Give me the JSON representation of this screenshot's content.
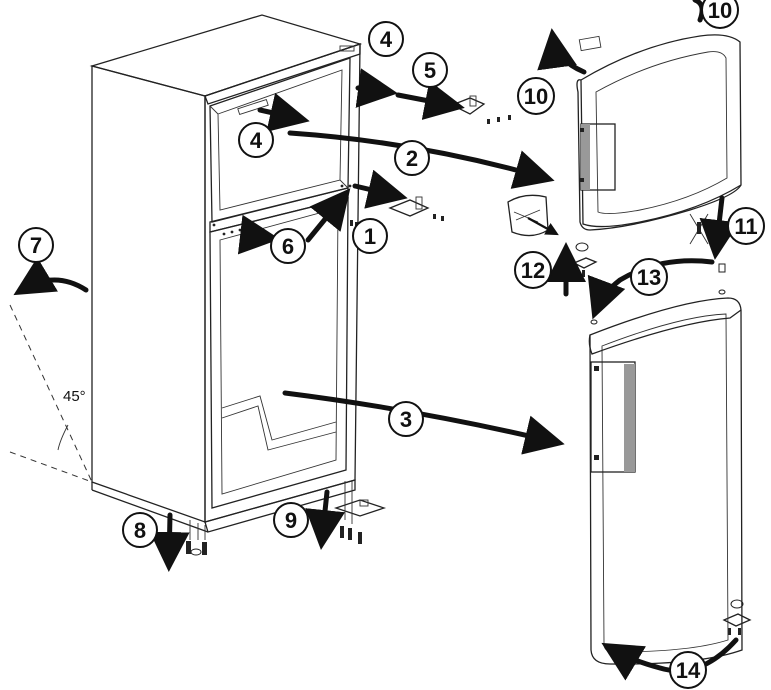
{
  "diagram": {
    "angle_label": "45°",
    "steps": [
      {
        "id": "step-1",
        "label": "1"
      },
      {
        "id": "step-2",
        "label": "2"
      },
      {
        "id": "step-3",
        "label": "3"
      },
      {
        "id": "step-4a",
        "label": "4"
      },
      {
        "id": "step-4b",
        "label": "4"
      },
      {
        "id": "step-5",
        "label": "5"
      },
      {
        "id": "step-6",
        "label": "6"
      },
      {
        "id": "step-7",
        "label": "7"
      },
      {
        "id": "step-8",
        "label": "8"
      },
      {
        "id": "step-9",
        "label": "9"
      },
      {
        "id": "step-10a",
        "label": "10"
      },
      {
        "id": "step-10b",
        "label": "10"
      },
      {
        "id": "step-11",
        "label": "11"
      },
      {
        "id": "step-12",
        "label": "12"
      },
      {
        "id": "step-13",
        "label": "13"
      },
      {
        "id": "step-14",
        "label": "14"
      }
    ]
  }
}
